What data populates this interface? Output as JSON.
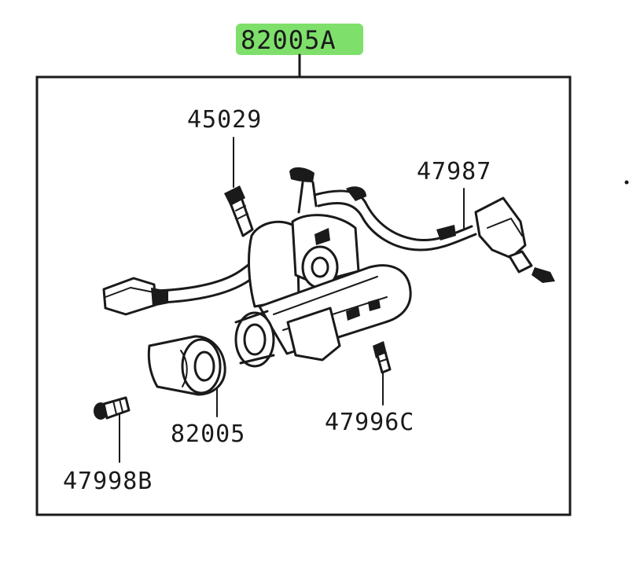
{
  "assembly": {
    "part_number": "82005A",
    "highlight_color": "#7ee06a"
  },
  "parts": [
    {
      "id": "p45029",
      "part_number": "45029"
    },
    {
      "id": "p47987",
      "part_number": "47987"
    },
    {
      "id": "p82005",
      "part_number": "82005"
    },
    {
      "id": "p47996C",
      "part_number": "47996C"
    },
    {
      "id": "p47998B",
      "part_number": "47998B"
    }
  ],
  "colors": {
    "ink": "#1a1a1a",
    "background": "#ffffff"
  }
}
